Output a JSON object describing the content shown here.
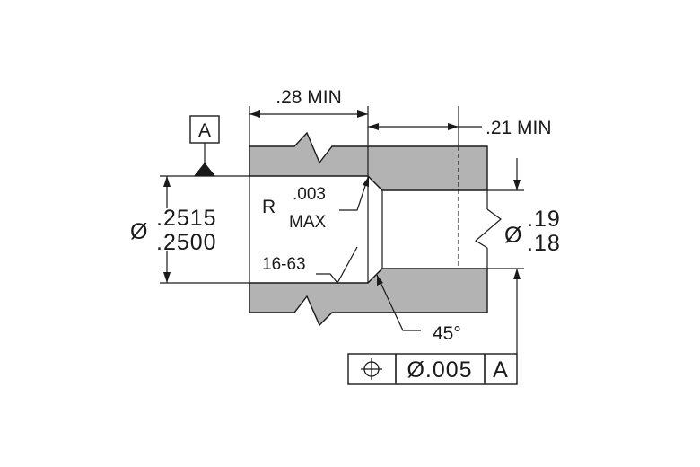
{
  "drawing": {
    "datum": {
      "letter": "A"
    },
    "dimensions": {
      "counterbore_depth": ".28 MIN",
      "bore_depth": ".21 MIN",
      "outer_dia_symbol": "Ø",
      "outer_dia_upper": ".2515",
      "outer_dia_lower": ".2500",
      "inner_dia_symbol": "Ø",
      "inner_dia_upper": ".19",
      "inner_dia_lower": ".18",
      "corner_radius_prefix": "R",
      "corner_radius_value": ".003",
      "corner_radius_qualifier": "MAX",
      "surface_finish": "16-63",
      "chamfer_angle": "45°"
    },
    "feature_control_frame": {
      "symbol_icon": "position-icon",
      "tolerance": "Ø.005",
      "datum": "A"
    }
  }
}
